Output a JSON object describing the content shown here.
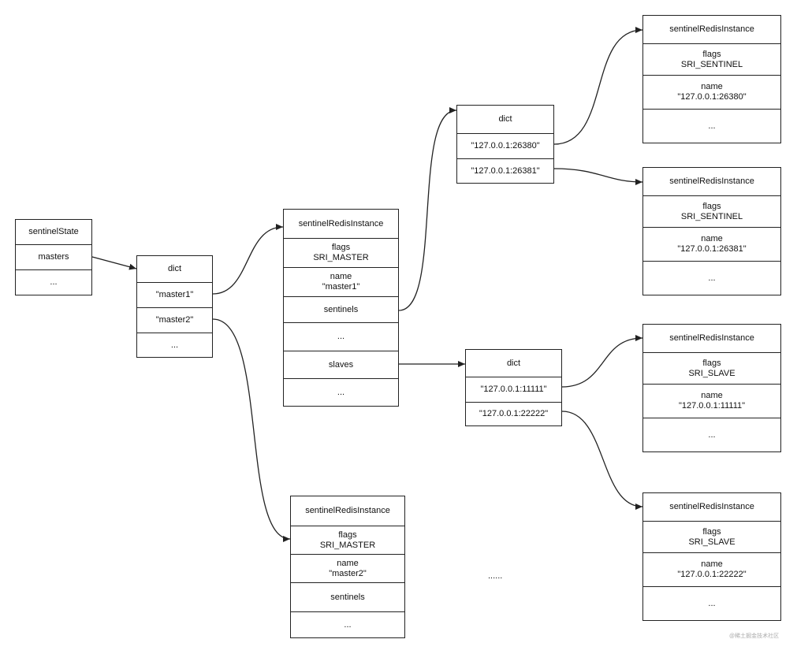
{
  "sentinel_state": {
    "title": "sentinelState",
    "masters": "masters",
    "more": "..."
  },
  "masters_dict": {
    "title": "dict",
    "key1": "\"master1\"",
    "key2": "\"master2\"",
    "more": "..."
  },
  "master1": {
    "title": "sentinelRedisInstance",
    "flags_label": "flags",
    "flags_value": "SRI_MASTER",
    "name_label": "name",
    "name_value": "\"master1\"",
    "sentinels": "sentinels",
    "more1": "...",
    "slaves": "slaves",
    "more2": "..."
  },
  "master2": {
    "title": "sentinelRedisInstance",
    "flags_label": "flags",
    "flags_value": "SRI_MASTER",
    "name_label": "name",
    "name_value": "\"master2\"",
    "sentinels": "sentinels",
    "more": "..."
  },
  "sentinels_dict": {
    "title": "dict",
    "key1": "\"127.0.0.1:26380\"",
    "key2": "\"127.0.0.1:26381\""
  },
  "slaves_dict": {
    "title": "dict",
    "key1": "\"127.0.0.1:11111\"",
    "key2": "\"127.0.0.1:22222\""
  },
  "sentinel1": {
    "title": "sentinelRedisInstance",
    "flags_label": "flags",
    "flags_value": "SRI_SENTINEL",
    "name_label": "name",
    "name_value": "\"127.0.0.1:26380\"",
    "more": "..."
  },
  "sentinel2": {
    "title": "sentinelRedisInstance",
    "flags_label": "flags",
    "flags_value": "SRI_SENTINEL",
    "name_label": "name",
    "name_value": "\"127.0.0.1:26381\"",
    "more": "..."
  },
  "slave1": {
    "title": "sentinelRedisInstance",
    "flags_label": "flags",
    "flags_value": "SRI_SLAVE",
    "name_label": "name",
    "name_value": "\"127.0.0.1:11111\"",
    "more": "..."
  },
  "slave2": {
    "title": "sentinelRedisInstance",
    "flags_label": "flags",
    "flags_value": "SRI_SLAVE",
    "name_label": "name",
    "name_value": "\"127.0.0.1:22222\"",
    "more": "..."
  },
  "ellipsis": "......",
  "watermark": "@稀土掘金技术社区"
}
